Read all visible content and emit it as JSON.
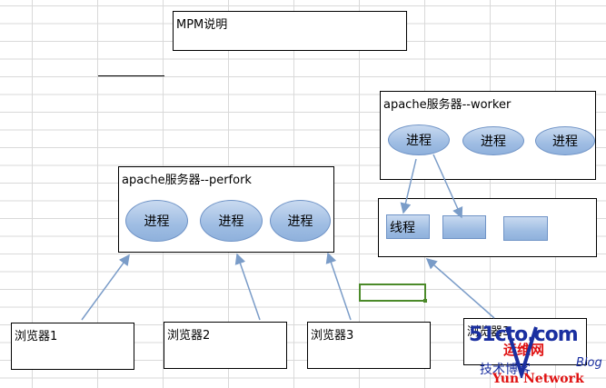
{
  "diagram": {
    "title": "MPM说明",
    "prefork": {
      "title": "apache服务器--perfork",
      "processes": [
        "进程",
        "进程",
        "进程"
      ]
    },
    "worker": {
      "title": "apache服务器--worker",
      "processes": [
        "进程",
        "进程",
        "进程"
      ],
      "threads": [
        "线程",
        "",
        ""
      ]
    },
    "browsers": [
      "浏览器1",
      "浏览器2",
      "浏览器3",
      "浏览器3"
    ]
  },
  "watermark": {
    "site": "51cto.com",
    "line1": "运维网",
    "line2": "技术博客",
    "line3": "Blog",
    "brand": "Yun Network"
  },
  "colors": {
    "node_fill": "#9fbde3",
    "node_border": "#6f93c6",
    "arrow": "#7a9cc8",
    "selection": "#4c8a2a",
    "watermark_red": "#e01010",
    "watermark_blue": "#1a2fa0"
  }
}
